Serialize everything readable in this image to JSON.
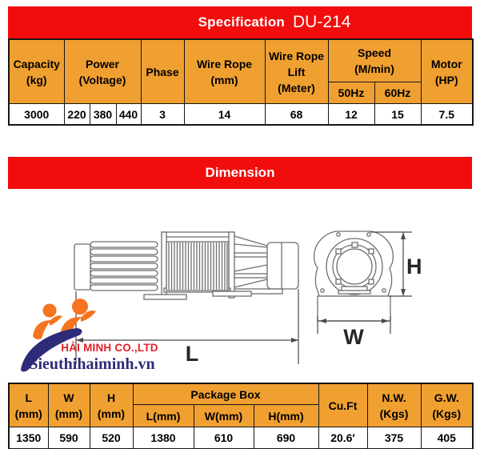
{
  "title": {
    "label": "Specification",
    "model": "DU-214"
  },
  "spec_table": {
    "headers": {
      "capacity_1": "Capacity",
      "capacity_2": "(kg)",
      "power_1": "Power",
      "power_2": "(Voltage)",
      "phase": "Phase",
      "wire_rope_1": "Wire Rope",
      "wire_rope_2": "(mm)",
      "lift_1": "Wire Rope",
      "lift_2": "Lift",
      "lift_3": "(Meter)",
      "speed_1": "Speed",
      "speed_2": "(M/min)",
      "speed_50": "50Hz",
      "speed_60": "60Hz",
      "motor_1": "Motor",
      "motor_2": "(HP)"
    },
    "values": {
      "capacity": "3000",
      "voltage_220": "220",
      "voltage_380": "380",
      "voltage_440": "440",
      "phase": "3",
      "wire_rope": "14",
      "lift": "68",
      "speed_50": "12",
      "speed_60": "15",
      "motor": "7.5"
    }
  },
  "dimension": {
    "title": "Dimension",
    "labels": {
      "length": "L",
      "width": "W",
      "height": "H"
    }
  },
  "logo": {
    "company": "HẢI MINH CO.,LTD",
    "website": "Sieuthihaiminh.vn"
  },
  "package_table": {
    "headers": {
      "l_1": "L",
      "l_2": "(mm)",
      "w_1": "W",
      "w_2": "(mm)",
      "h_1": "H",
      "h_2": "(mm)",
      "package_box": "Package Box",
      "pkg_l": "L(mm)",
      "pkg_w": "W(mm)",
      "pkg_h": "H(mm)",
      "cuft": "Cu.Ft",
      "nw_1": "N.W.",
      "nw_2": "(Kgs)",
      "gw_1": "G.W.",
      "gw_2": "(Kgs)"
    },
    "values": {
      "l": "1350",
      "w": "590",
      "h": "520",
      "pkg_l": "1380",
      "pkg_w": "610",
      "pkg_h": "690",
      "cuft": "20.6′",
      "nw": "375",
      "gw": "405"
    }
  },
  "colors": {
    "banner_red": "#F20D0D",
    "header_orange": "#F0A030",
    "table_border": "#161616",
    "logo_orange": "#F5741D",
    "logo_navy": "#2E2B79",
    "logo_red": "#E32128",
    "drawing_line": "#6E6E6E"
  }
}
